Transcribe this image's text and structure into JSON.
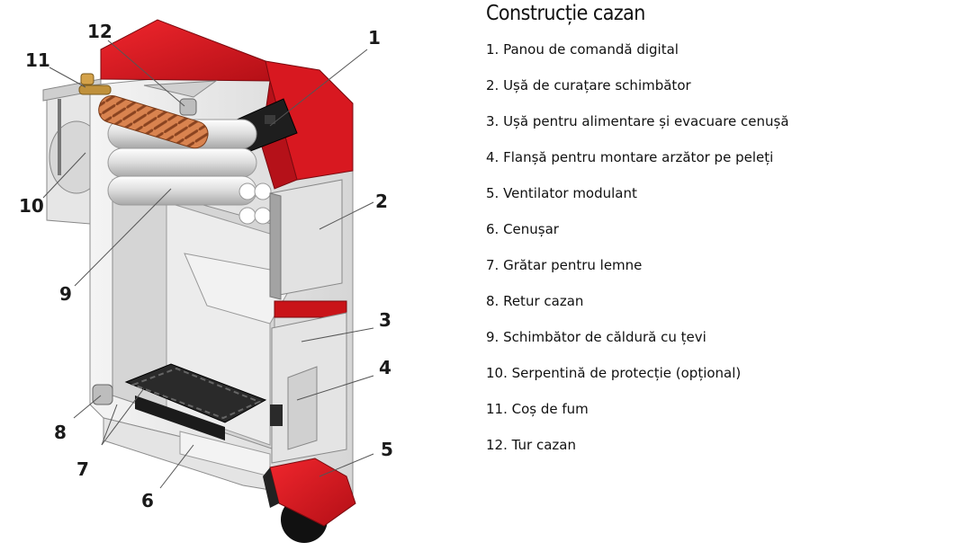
{
  "legend": {
    "title": "Construcție cazan",
    "items": [
      "1. Panou de comandă digital",
      "2. Ușă de curațare schimbător",
      "3. Ușă pentru alimentare și evacuare cenușă",
      "4. Flanșă pentru montare arzător pe peleți",
      "5. Ventilator modulant",
      "6. Cenușar",
      "7. Grătar pentru lemne",
      "8. Retur cazan",
      "9. Schimbător de căldură cu țevi",
      "10. Serpentină de protecție (opțional)",
      "11. Coș de fum",
      "12. Tur cazan"
    ]
  },
  "callouts": {
    "c1": "1",
    "c2": "2",
    "c3": "3",
    "c4": "4",
    "c5": "5",
    "c6": "6",
    "c7": "7",
    "c8": "8",
    "c9": "9",
    "c10": "10",
    "c11": "11",
    "c12": "12"
  },
  "colors": {
    "red": "#e0151f",
    "dark_red": "#a60d14",
    "gray_light": "#ededed",
    "gray_mid": "#cfcfcf",
    "gray_dark": "#9a9a9a",
    "copper": "#c8703f",
    "black": "#1e1e1e"
  }
}
